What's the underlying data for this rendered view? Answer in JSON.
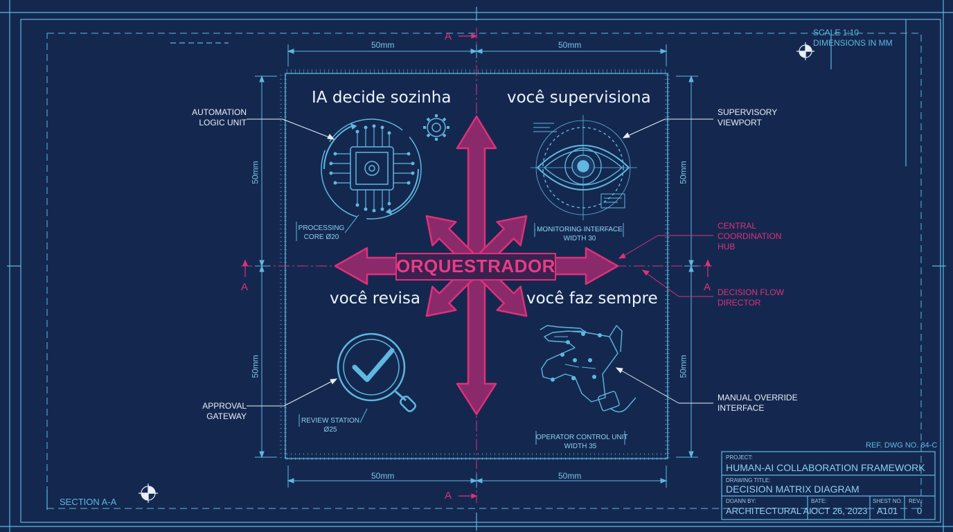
{
  "scale": {
    "line1": "SCALE 1:10",
    "line2": "DIMENSIONS IN MM"
  },
  "section_label": "SECTION A-A",
  "section_marker": "A",
  "ref_dwg": "REF. DWG NO. 84-C",
  "center": {
    "label": "ORQUESTRADOR"
  },
  "quadrants": {
    "top_left": "IA decide sozinha",
    "top_right": "você supervisiona",
    "bottom_left": "você revisa",
    "bottom_right": "você faz sempre"
  },
  "callouts": {
    "automation": [
      "AUTOMATION",
      "LOGIC UNIT"
    ],
    "supervisory": [
      "SUPERVISORY",
      "VIEWPORT"
    ],
    "central": [
      "CENTRAL",
      "COORDINATION",
      "HUB"
    ],
    "decision": [
      "DECISION FLOW",
      "DIRECTOR"
    ],
    "approval": [
      "APPROVAL",
      "GATEWAY"
    ],
    "manual": [
      "MANUAL OVERRIDE",
      "INTERFACE"
    ]
  },
  "sublabels": {
    "processing": [
      "PROCESSING",
      "CORE Ø20"
    ],
    "monitoring": [
      "MONITORING INTERFACE",
      "WIDTH 30"
    ],
    "review": [
      "REVIEW STATION",
      "Ø25"
    ],
    "operator": [
      "OPERATOR CONTROL UNIT",
      "WIDTH 35"
    ]
  },
  "dimensions": {
    "top_left": "50mm",
    "top_right": "50mm",
    "bottom_left": "50mm",
    "bottom_right": "50mm",
    "left_top": "50mm",
    "left_bottom": "50mm",
    "right_top": "50mm",
    "right_bottom": "50mm"
  },
  "title_block": {
    "project_label": "PROJECT:",
    "project": "HUMAN-AI COLLABORATION FRAMEWORK",
    "drawing_label": "DRAWING TITLE:",
    "drawing": "DECISION MATRIX DIAGRAM",
    "drawn_label": "DOANN BY:",
    "drawn": "ARCHITECTURAL AI",
    "date_label": "BATE:",
    "date": "OCT 26, 2023",
    "sheet_label": "SHEST NO.",
    "sheet": "A101",
    "rev_label": "REV.:",
    "rev": "0"
  },
  "colors": {
    "background": "#14284f",
    "line": "#5fb8e0",
    "accent": "#e0307a",
    "arrow_fill": "#8a2a6a"
  }
}
